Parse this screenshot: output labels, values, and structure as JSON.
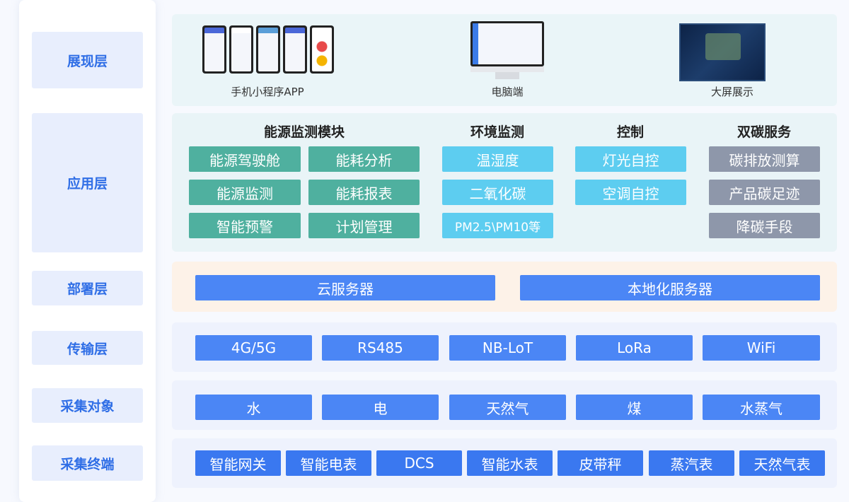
{
  "layers": {
    "presentation": "展现层",
    "application": "应用层",
    "deployment": "部署层",
    "transport": "传输层",
    "objects": "采集对象",
    "terminals": "采集终端"
  },
  "presentation": {
    "mobile": "手机小程序APP",
    "pc": "电脑端",
    "bigscreen": "大屏展示"
  },
  "application": {
    "energy": {
      "title": "能源监测模块",
      "items": [
        "能源驾驶舱",
        "能耗分析",
        "能源监测",
        "能耗报表",
        "智能预警",
        "计划管理"
      ]
    },
    "environment": {
      "title": "环境监测",
      "items": [
        "温湿度",
        "二氧化碳",
        "PM2.5\\PM10等"
      ]
    },
    "control": {
      "title": "控制",
      "items": [
        "灯光自控",
        "空调自控"
      ]
    },
    "carbon": {
      "title": "双碳服务",
      "items": [
        "碳排放测算",
        "产品碳足迹",
        "降碳手段"
      ]
    }
  },
  "deployment": [
    "云服务器",
    "本地化服务器"
  ],
  "transport": [
    "4G/5G",
    "RS485",
    "NB-LoT",
    "LoRa",
    "WiFi"
  ],
  "objects": [
    "水",
    "电",
    "天然气",
    "煤",
    "水蒸气"
  ],
  "terminals": [
    "智能网关",
    "智能电表",
    "DCS",
    "智能水表",
    "皮带秤",
    "蒸汽表",
    "天然气表"
  ]
}
